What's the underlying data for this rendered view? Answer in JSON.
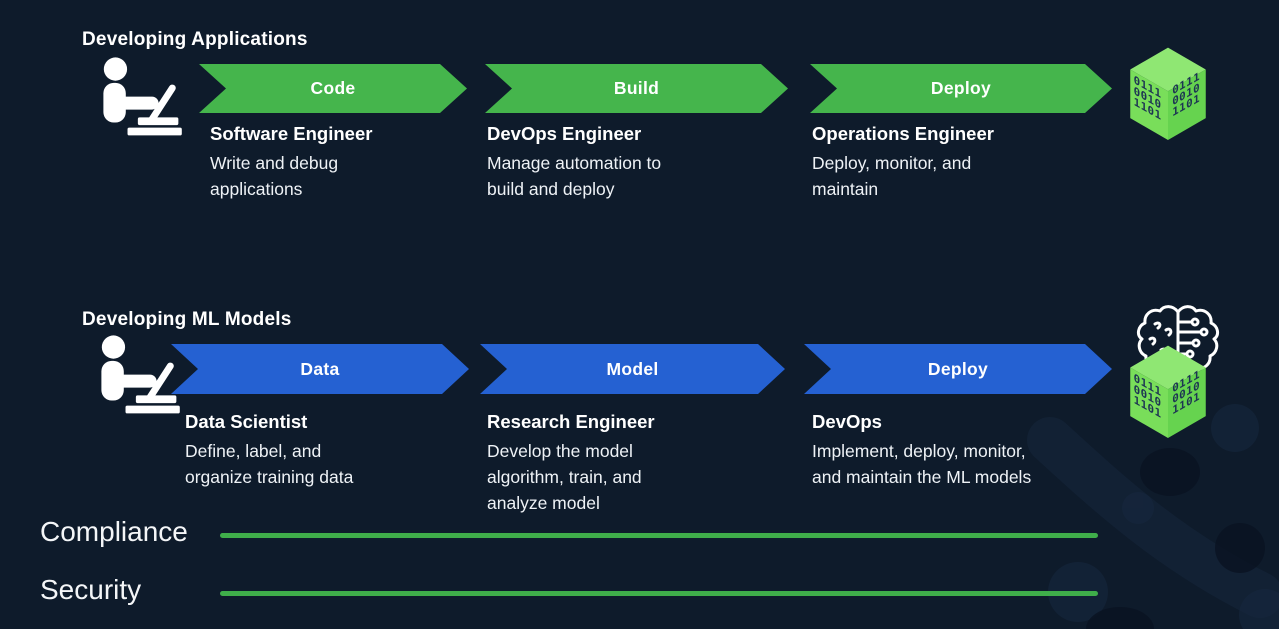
{
  "colors": {
    "background": "#0e1b2b",
    "arrow_green": "#45b54c",
    "arrow_blue": "#2561d2",
    "rail_line_green": "#3fae4a",
    "cube_top": "#8fe773",
    "cube_left": "#79de5a",
    "cube_right": "#66d34f",
    "cube_digits": "#1d3553",
    "text_white": "#ffffff"
  },
  "sections": [
    {
      "heading": "Developing Applications",
      "steps": [
        {
          "arrow_label": "Code",
          "role": "Software Engineer",
          "description": "Write and debug\napplications"
        },
        {
          "arrow_label": "Build",
          "role": "DevOps Engineer",
          "description": "Manage automation to\nbuild and deploy"
        },
        {
          "arrow_label": "Deploy",
          "role": "Operations Engineer",
          "description": "Deploy, monitor, and\nmaintain"
        }
      ]
    },
    {
      "heading": "Developing ML Models",
      "steps": [
        {
          "arrow_label": "Data",
          "role": "Data Scientist",
          "description": "Define, label, and\norganize training data"
        },
        {
          "arrow_label": "Model",
          "role": "Research Engineer",
          "description": "Develop the model\nalgorithm, train, and\nanalyze model"
        },
        {
          "arrow_label": "Deploy",
          "role": "DevOps",
          "description": "Implement, deploy, monitor,\nand maintain the ML models"
        }
      ]
    }
  ],
  "rails": [
    {
      "label": "Compliance"
    },
    {
      "label": "Security"
    }
  ],
  "cube": {
    "rows": [
      "0111",
      "0010",
      "1101"
    ]
  }
}
